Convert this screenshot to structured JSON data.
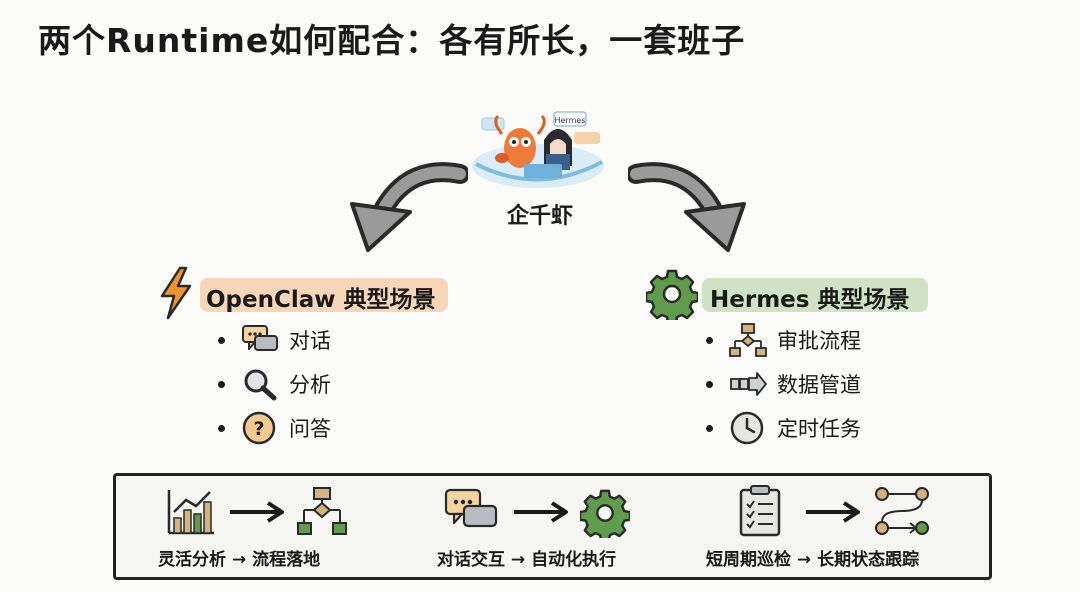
{
  "title": "两个Runtime如何配合：各有所长，一套班子",
  "center": {
    "label": "企千虾",
    "image_tag": "Hermes"
  },
  "left": {
    "heading": "OpenClaw 典型场景",
    "items": [
      {
        "label": "对话",
        "icon": "chat-icon"
      },
      {
        "label": "分析",
        "icon": "magnifier-icon"
      },
      {
        "label": "问答",
        "icon": "question-icon"
      }
    ]
  },
  "right": {
    "heading": "Hermes 典型场景",
    "items": [
      {
        "label": "审批流程",
        "icon": "flowchart-icon"
      },
      {
        "label": "数据管道",
        "icon": "pipe-arrow-icon"
      },
      {
        "label": "定时任务",
        "icon": "clock-icon"
      }
    ]
  },
  "flows": [
    {
      "caption": "灵活分析 → 流程落地"
    },
    {
      "caption": "对话交互 → 自动化执行"
    },
    {
      "caption": "短周期巡检 → 长期状态跟踪"
    }
  ],
  "colors": {
    "left_highlight": "#f8d7b8",
    "right_highlight": "#cfe3c4",
    "orange": "#f09a3e",
    "green": "#5f9c4c",
    "tan": "#d6b27c"
  }
}
